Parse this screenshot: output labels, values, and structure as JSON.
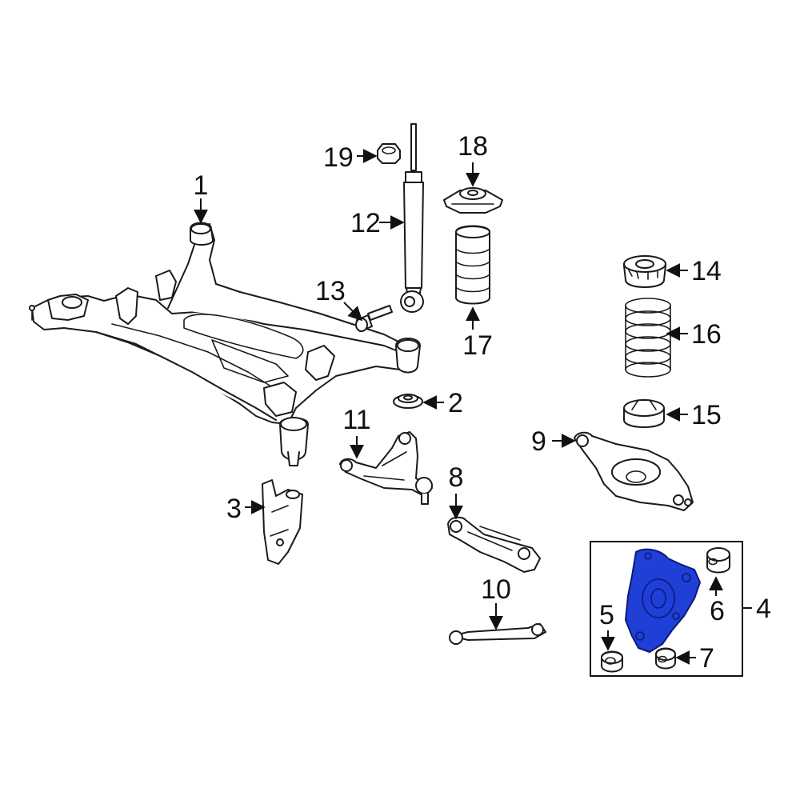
{
  "diagram": {
    "accent_color": "#1f3fd6",
    "callouts": {
      "c1": "1",
      "c2": "2",
      "c3": "3",
      "c4": "4",
      "c5": "5",
      "c6": "6",
      "c7": "7",
      "c8": "8",
      "c9": "9",
      "c10": "10",
      "c11": "11",
      "c12": "12",
      "c13": "13",
      "c14": "14",
      "c15": "15",
      "c16": "16",
      "c17": "17",
      "c18": "18",
      "c19": "19"
    }
  }
}
